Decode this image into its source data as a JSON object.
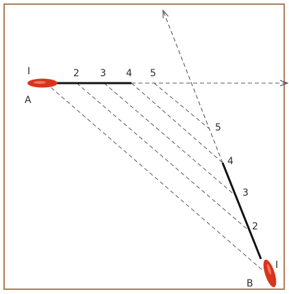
{
  "colors": {
    "frame": "#b07a5c",
    "line": "#555555",
    "thick": "#111111",
    "boat": "#d9341c"
  },
  "boat_a": {
    "label": "A",
    "index_label": "I"
  },
  "boat_b": {
    "label": "B",
    "index_label": "I"
  },
  "a_path_labels": [
    "2",
    "3",
    "4",
    "5"
  ],
  "b_path_labels": [
    "2",
    "3",
    "4",
    "5"
  ]
}
